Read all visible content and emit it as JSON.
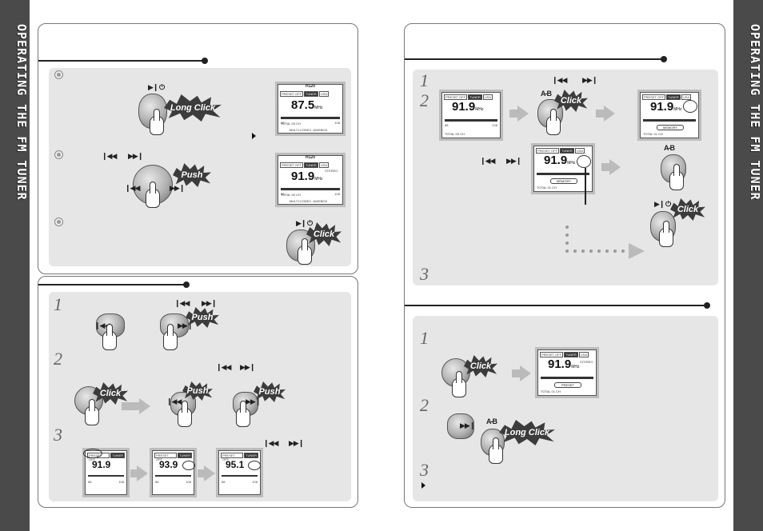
{
  "sidebar": {
    "title": "OPERATING THE FM TUNER"
  },
  "symbols": {
    "play_power": "▶❙ ⏻",
    "rewind": "❙◀◀",
    "forward": "▶▶❙",
    "ab": "A-B"
  },
  "bursts": {
    "long_click": "Long Click",
    "click": "Click",
    "push": "Push"
  },
  "steps": {
    "one": "1",
    "two": "2",
    "three": "3"
  },
  "lcd": {
    "model": "H120",
    "tabs": [
      "PRESET OFF",
      "TUNER",
      "USA"
    ],
    "freq_a": "87.5",
    "freq_b": "91.9",
    "freq_c": "93.9",
    "freq_d": "95.1",
    "mhz": "MHz",
    "stereo": "STEREO",
    "scale_min": "88",
    "scale_max": "108",
    "total_a": "TOTAL  00 CH",
    "total_b": "TOTAL  01 CH",
    "brand": "MULTI-CODEC JUKEBOX",
    "memory": "MEMORY",
    "preset": "PRESET"
  },
  "colors": {
    "band": "#4a4a4a",
    "panel_bg": "#e6e6e6"
  }
}
